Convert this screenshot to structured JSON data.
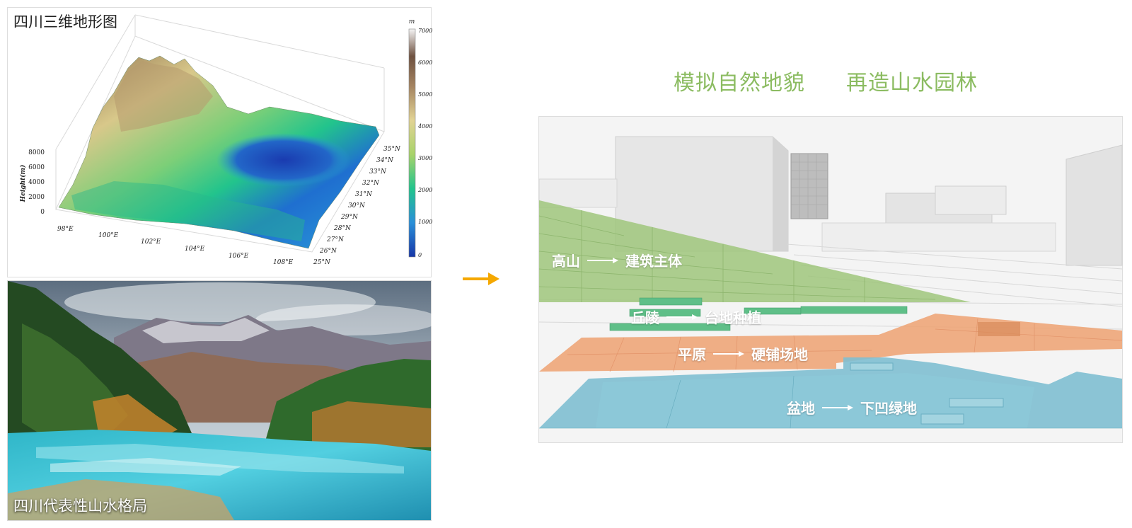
{
  "terrain": {
    "title": "四川三维地形图",
    "z_axis_label": "Height(m)",
    "z_ticks": [
      "0",
      "2000",
      "4000",
      "6000",
      "8000"
    ],
    "lon_ticks": [
      "98°E",
      "100°E",
      "102°E",
      "104°E",
      "106°E",
      "108°E"
    ],
    "lat_ticks": [
      "25°N",
      "26°N",
      "27°N",
      "28°N",
      "29°N",
      "30°N",
      "31°N",
      "32°N",
      "33°N",
      "34°N",
      "35°N"
    ],
    "colorbar_unit": "m",
    "colorbar_ticks": [
      "0",
      "1000",
      "2000",
      "3000",
      "4000",
      "5000",
      "6000",
      "7000"
    ],
    "colors": {
      "low": "#1f3fb5",
      "mid": "#22c48c",
      "high": "#e2d394",
      "peak": "#8a6a4a"
    }
  },
  "photo": {
    "caption": "四川代表性山水格局"
  },
  "headline": {
    "left": "模拟自然地貌",
    "right": "再造山水园林"
  },
  "scheme": {
    "mappings": [
      {
        "from": "高山",
        "to": "建筑主体",
        "color": "#9cc477"
      },
      {
        "from": "丘陵",
        "to": "台地种植",
        "color": "#5fbf88"
      },
      {
        "from": "平原",
        "to": "硬铺场地",
        "color": "#eea77b"
      },
      {
        "from": "盆地",
        "to": "下凹绿地",
        "color": "#7fbfd2"
      }
    ]
  },
  "colors": {
    "accent_arrow": "#f5a800",
    "headline": "#8cbc62"
  }
}
